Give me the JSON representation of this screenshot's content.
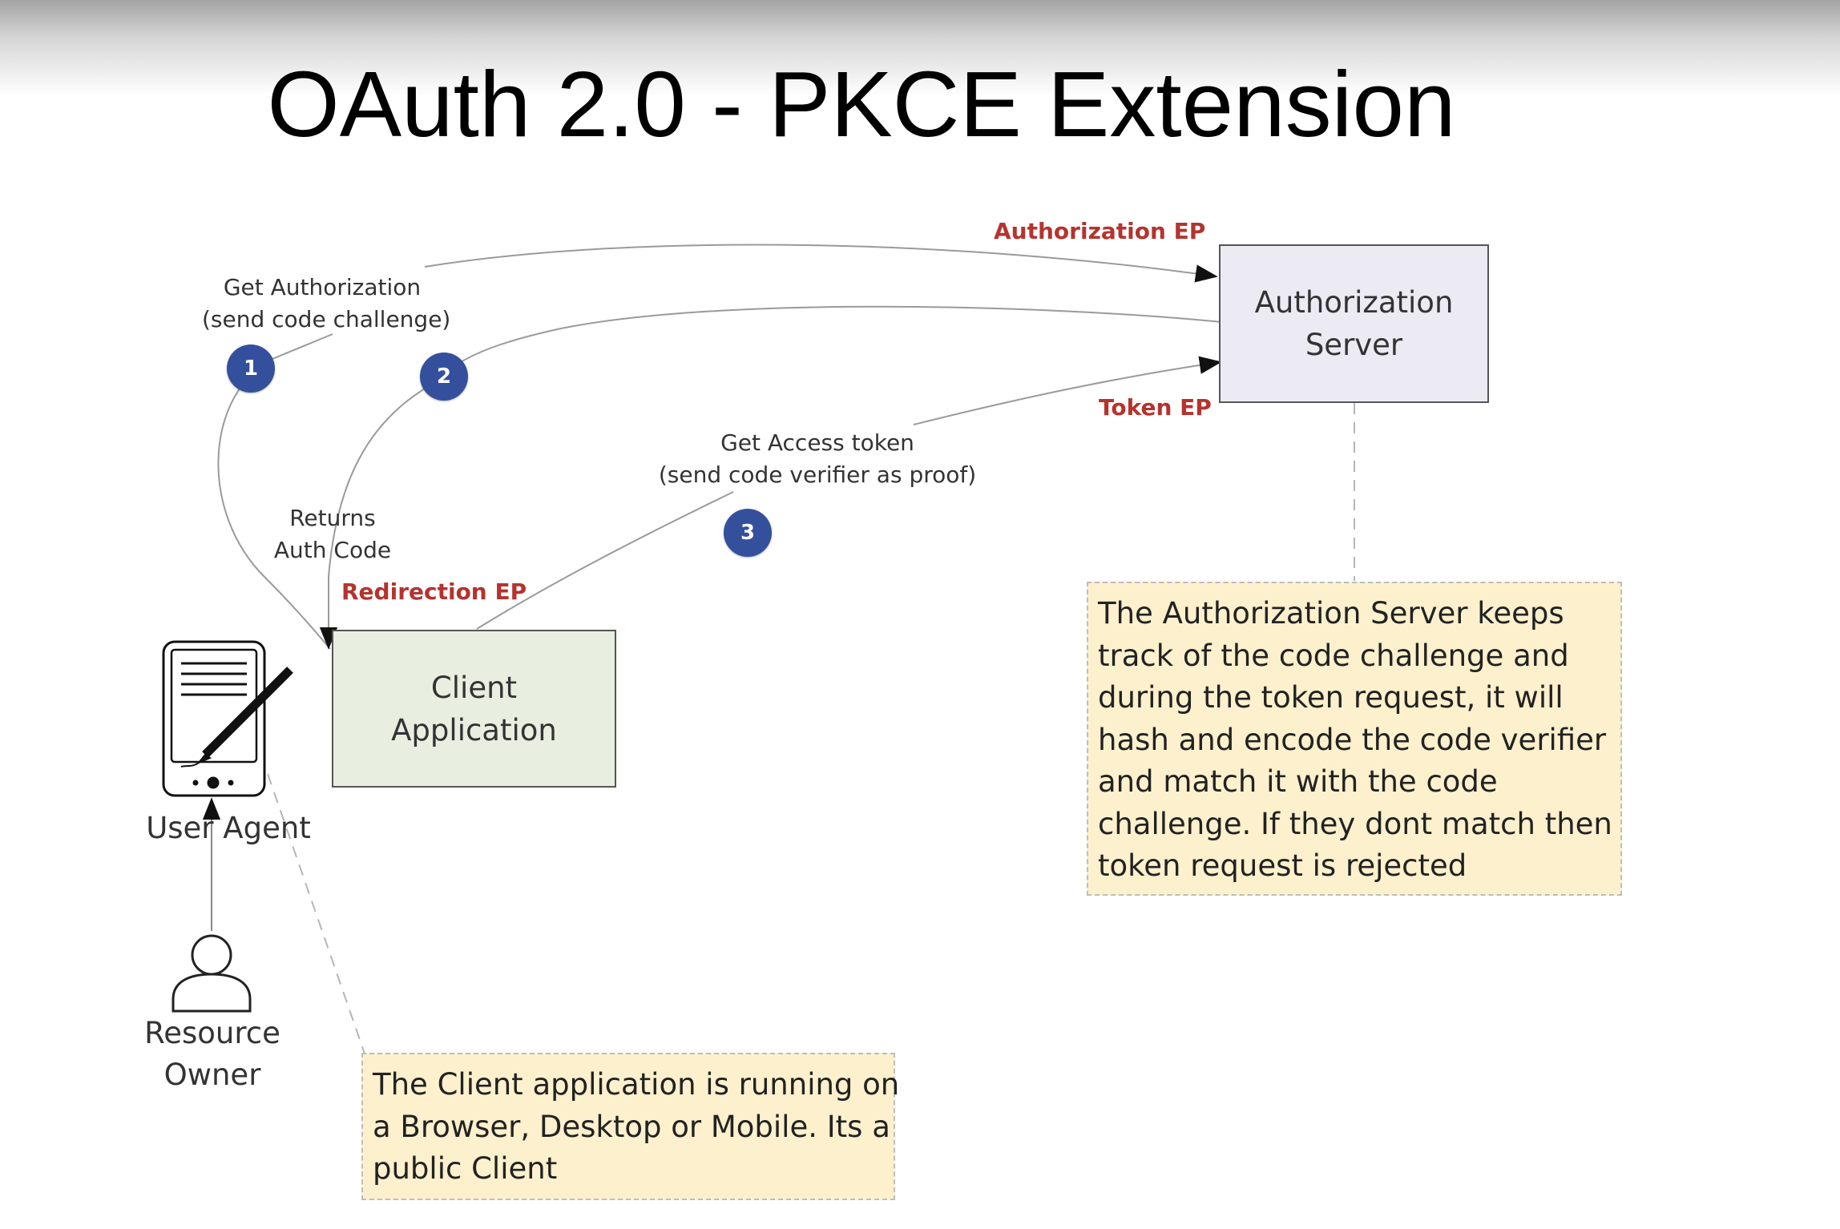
{
  "title": "OAuth 2.0 - PKCE Extension",
  "endpoints": {
    "authorization": "Authorization EP",
    "token": "Token EP",
    "redirection": "Redirection EP"
  },
  "steps": {
    "step1": {
      "number": "1",
      "lines": [
        "Get Authorization",
        "(send code challenge)"
      ]
    },
    "step2": {
      "number": "2",
      "lines": [
        "Returns",
        "Auth Code"
      ]
    },
    "step3": {
      "number": "3",
      "lines": [
        "Get Access token",
        "(send code verifier as proof)"
      ]
    }
  },
  "nodes": {
    "authorization_server": [
      "Authorization",
      "Server"
    ],
    "client_application": [
      "Client",
      "Application"
    ],
    "user_agent": "User Agent",
    "resource_owner": [
      "Resource",
      "Owner"
    ]
  },
  "notes": {
    "server_note": [
      "The Authorization Server keeps",
      "track of the code challenge and",
      "during the token request, it will",
      "hash and encode the code verifier",
      "and match it with the code",
      "challenge. If they dont match then",
      "token request is rejected"
    ],
    "client_note": [
      "The Client application is running on",
      "a Browser, Desktop or Mobile. Its a",
      "public Client"
    ]
  },
  "colors": {
    "endpoint_label": "#b5332e",
    "step_badge": "#34509d",
    "server_box": "#eceaf3",
    "client_box": "#e8efe0",
    "note_fill": "#fdf0cd"
  }
}
